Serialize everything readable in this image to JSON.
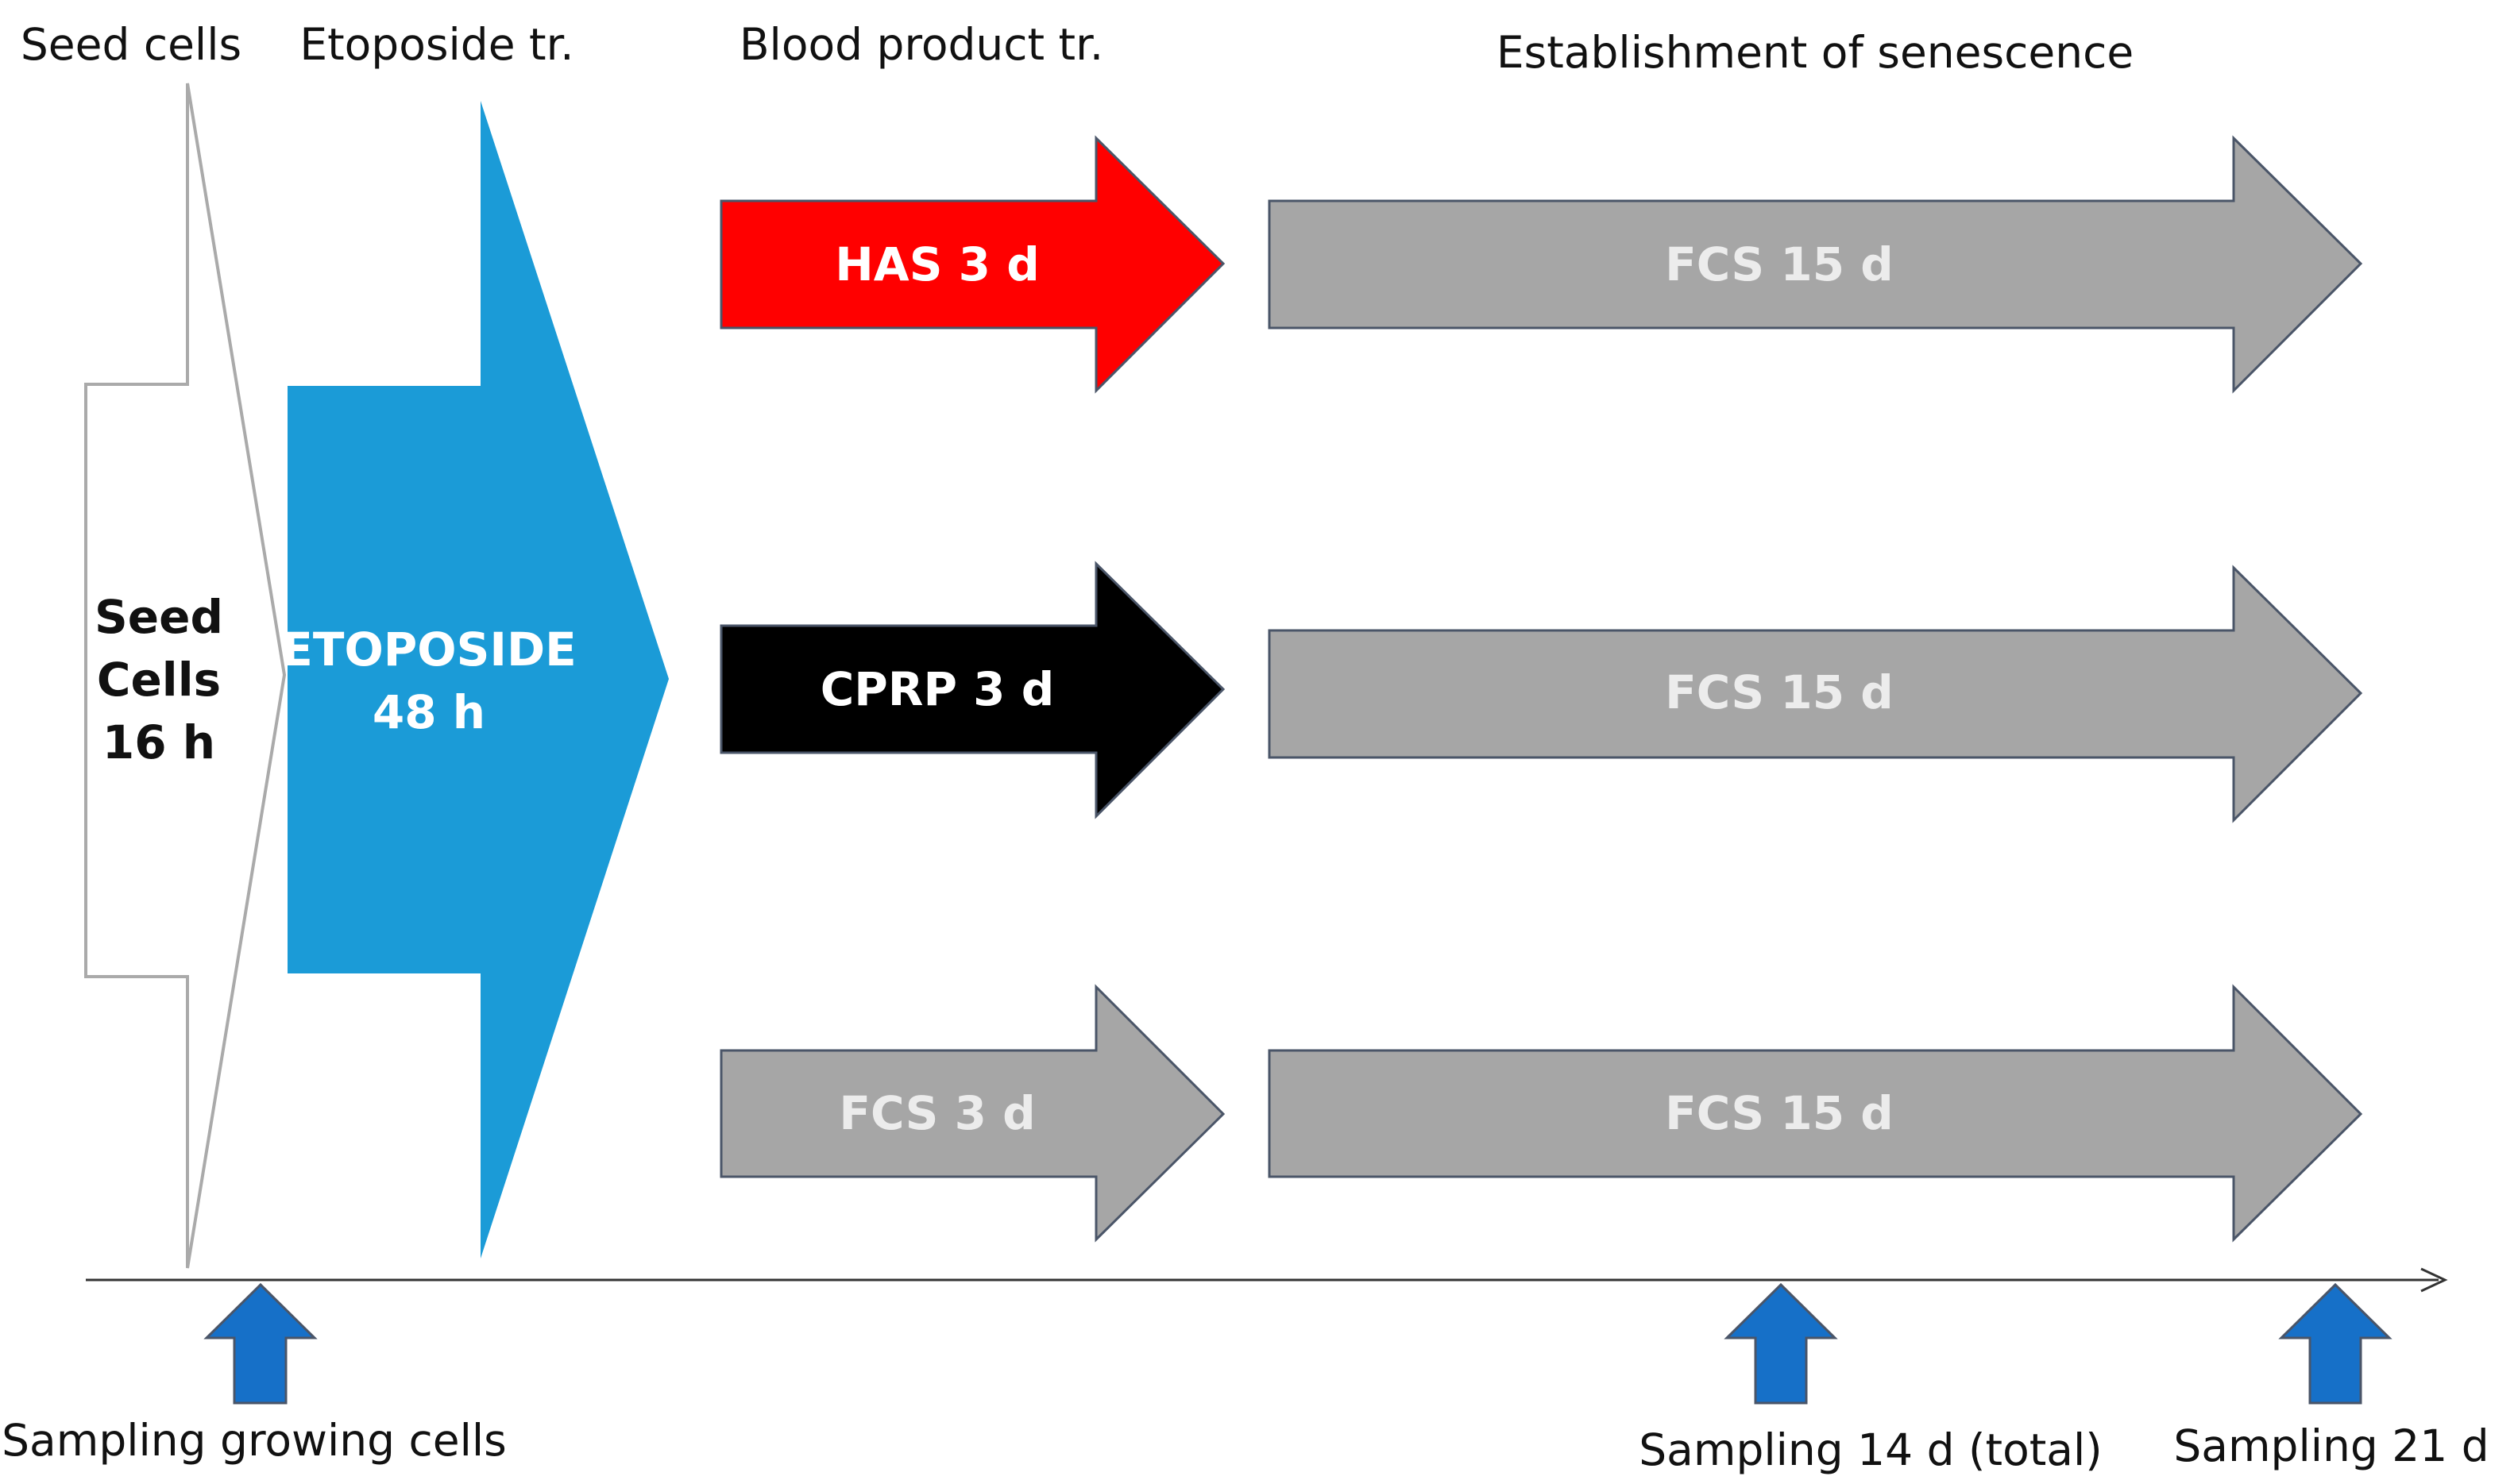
{
  "headers": {
    "seed": "Seed cells",
    "etoposide": "Etoposide tr.",
    "blood": "Blood product tr.",
    "senescence": "Establishment of senescence"
  },
  "seed_box": {
    "line1": "Seed",
    "line2": "Cells",
    "line3": "16 h"
  },
  "etoposide_box": {
    "line1": "ETOPOSIDE",
    "line2": "48 h"
  },
  "rows": [
    {
      "treatment": "HAS 3 d",
      "treatment_color": "#ff0000",
      "treatment_text_color": "#ffffff",
      "followup": "FCS 15 d"
    },
    {
      "treatment": "CPRP 3 d",
      "treatment_color": "#000000",
      "treatment_text_color": "#ffffff",
      "followup": "FCS 15 d"
    },
    {
      "treatment": "FCS 3 d",
      "treatment_color": "#a6a6a6",
      "treatment_text_color": "#ececec",
      "followup": "FCS 15 d"
    }
  ],
  "sampling": {
    "growing": "Sampling growing cells",
    "day14": "Sampling 14 d (total)",
    "day21": "Sampling 21 d"
  },
  "colors": {
    "etoposide_blue": "#1b9bd7",
    "sampling_blue": "#1670c8",
    "fcs_gray": "#a6a6a6",
    "arrow_outline": "#4a5568"
  }
}
